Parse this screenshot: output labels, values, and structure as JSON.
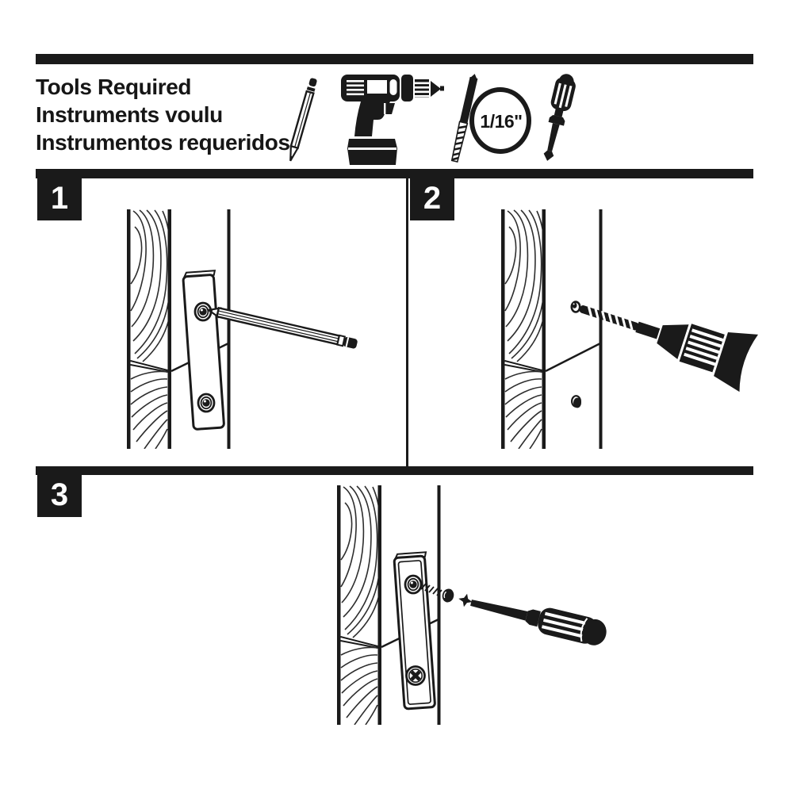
{
  "header": {
    "title_lines": [
      "Tools Required",
      "Instruments voulu",
      "Instrumentos requeridos"
    ],
    "tools": [
      "pencil",
      "cordless-drill",
      "drill-bit",
      "phillips-screwdriver"
    ],
    "drill_bit_size": "1/16\""
  },
  "steps": [
    {
      "number": "1",
      "illustration": "mark-holes-through-plate-with-pencil"
    },
    {
      "number": "2",
      "number_box": "black-square",
      "illustration": "drill-pilot-holes"
    },
    {
      "number": "3",
      "illustration": "fasten-plate-with-screws"
    }
  ],
  "colors": {
    "ink": "#1a1a1a",
    "paper": "#ffffff"
  }
}
